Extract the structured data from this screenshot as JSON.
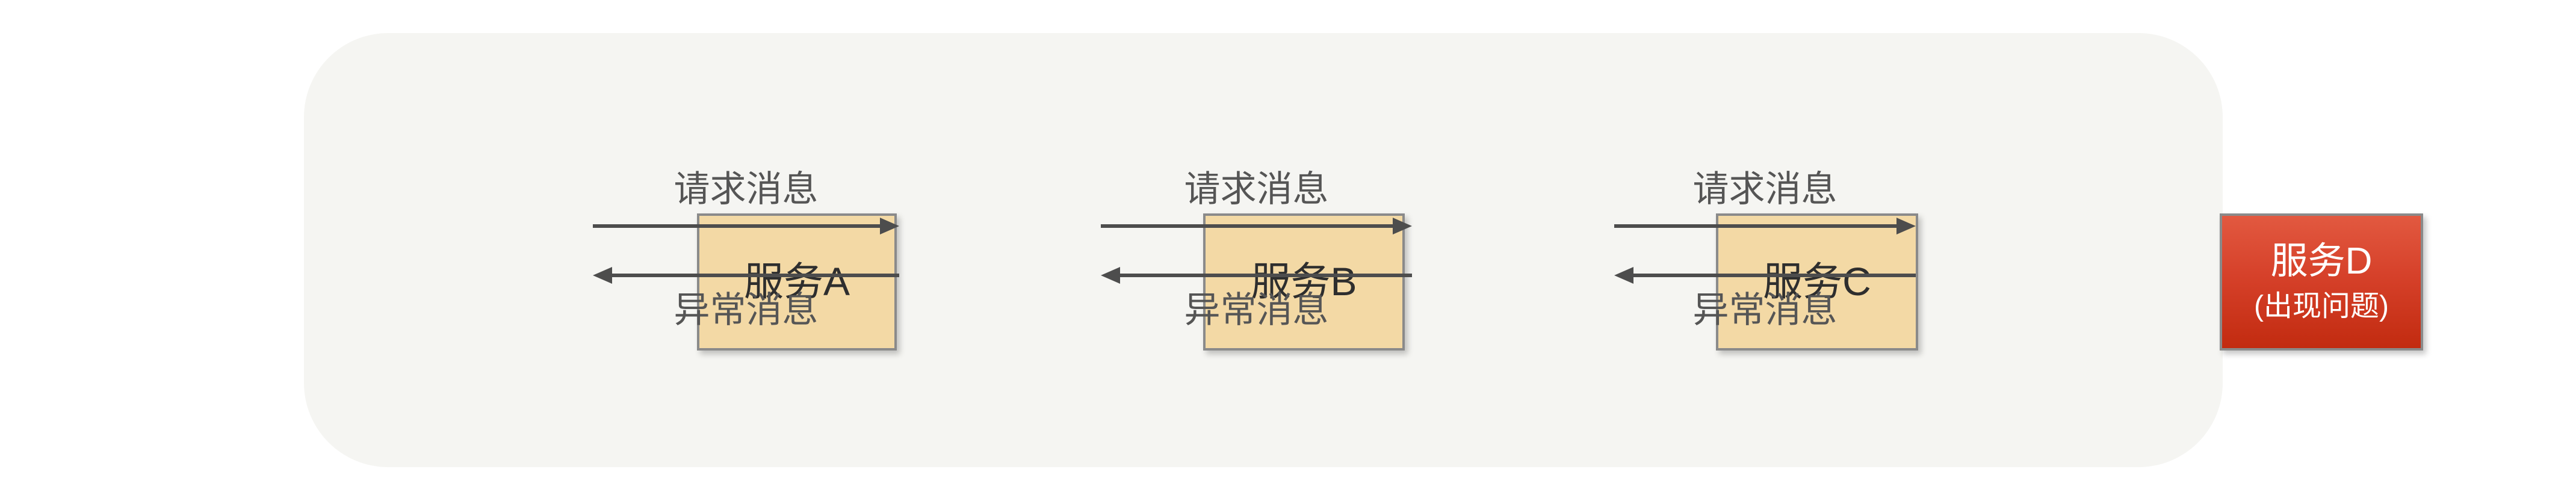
{
  "diagram": {
    "title_implied": "service-call-chain",
    "services": [
      {
        "id": "A",
        "label": "服务A",
        "status": "normal"
      },
      {
        "id": "B",
        "label": "服务B",
        "status": "normal"
      },
      {
        "id": "C",
        "label": "服务C",
        "status": "normal"
      },
      {
        "id": "D",
        "label": "服务D",
        "subtitle": "(出现问题)",
        "status": "error"
      }
    ],
    "connections": [
      {
        "from": "服务A",
        "to": "服务B",
        "request_label": "请求消息",
        "exception_label": "异常消息"
      },
      {
        "from": "服务B",
        "to": "服务C",
        "request_label": "请求消息",
        "exception_label": "异常消息"
      },
      {
        "from": "服务C",
        "to": "服务D",
        "request_label": "请求消息",
        "exception_label": "异常消息"
      }
    ],
    "colors": {
      "page_bg": "#FFFFFF",
      "panel_bg": "#F5F5F2",
      "box_fill": "#F3D9A5",
      "box_border": "#8A8A8A",
      "box_text": "#2E2E2E",
      "error_gradient_top": "#E25940",
      "error_gradient_bottom": "#C22B10",
      "error_text": "#FFFFFF",
      "arrow": "#4D4D4D",
      "flow_label_text": "#555555"
    }
  }
}
